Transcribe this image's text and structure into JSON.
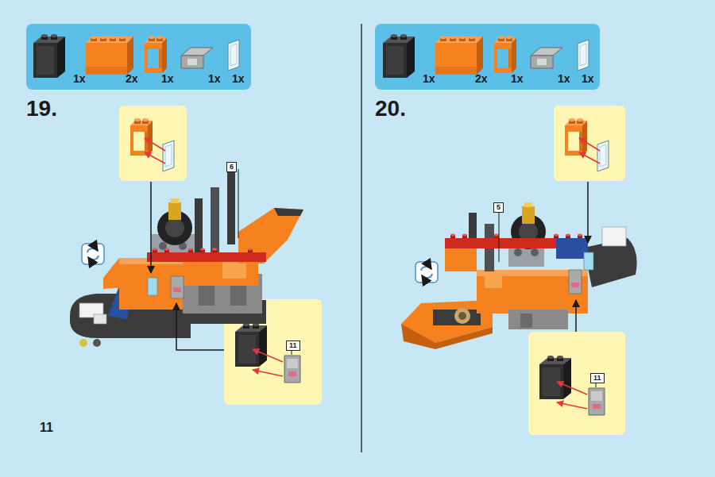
{
  "diagram": {
    "nodes": [
      {
        "text": [
          "1x",
          "2x",
          "1x",
          "1x",
          "1x"
        ]
      },
      {
        "text": [
          "11"
        ]
      },
      {
        "text": [
          "1x",
          "2x",
          "1x",
          "1x",
          "1x"
        ]
      },
      {
        "text": [
          "11"
        ]
      }
    ],
    "labels": [
      "19.",
      "6",
      "11",
      "20.",
      "5"
    ]
  }
}
